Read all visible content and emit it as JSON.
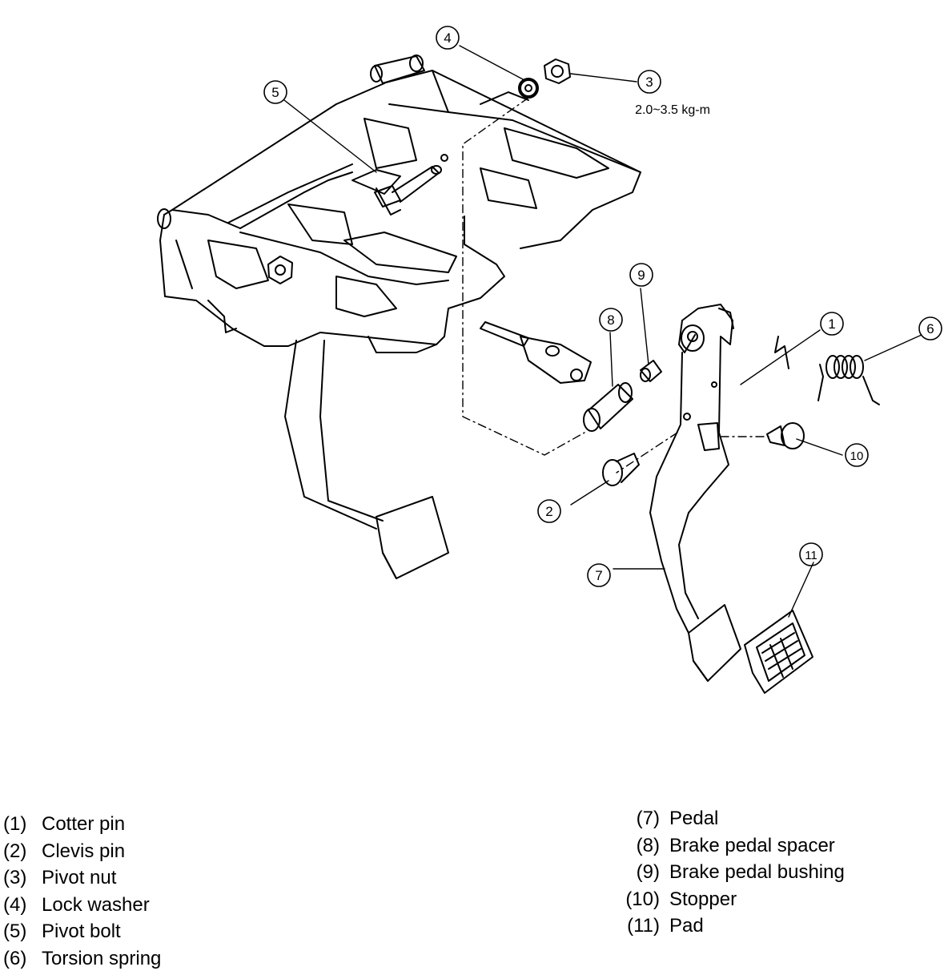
{
  "torque_spec": "2.0~3.5 kg-m",
  "callouts": [
    {
      "num": "1",
      "part": "Cotter pin"
    },
    {
      "num": "2",
      "part": "Clevis pin"
    },
    {
      "num": "3",
      "part": "Pivot nut"
    },
    {
      "num": "4",
      "part": "Lock washer"
    },
    {
      "num": "5",
      "part": "Pivot bolt"
    },
    {
      "num": "6",
      "part": "Torsion spring"
    },
    {
      "num": "7",
      "part": "Pedal"
    },
    {
      "num": "8",
      "part": "Brake pedal spacer"
    },
    {
      "num": "9",
      "part": "Brake pedal bushing"
    },
    {
      "num": "10",
      "part": "Stopper"
    },
    {
      "num": "11",
      "part": "Pad"
    }
  ],
  "legend_numbers": [
    "(1)",
    "(2)",
    "(3)",
    "(4)",
    "(5)",
    "(6)",
    "(7)",
    "(8)",
    "(9)",
    "(10)",
    "(11)"
  ],
  "colors": {
    "ink": "#000000",
    "paper": "#ffffff"
  }
}
